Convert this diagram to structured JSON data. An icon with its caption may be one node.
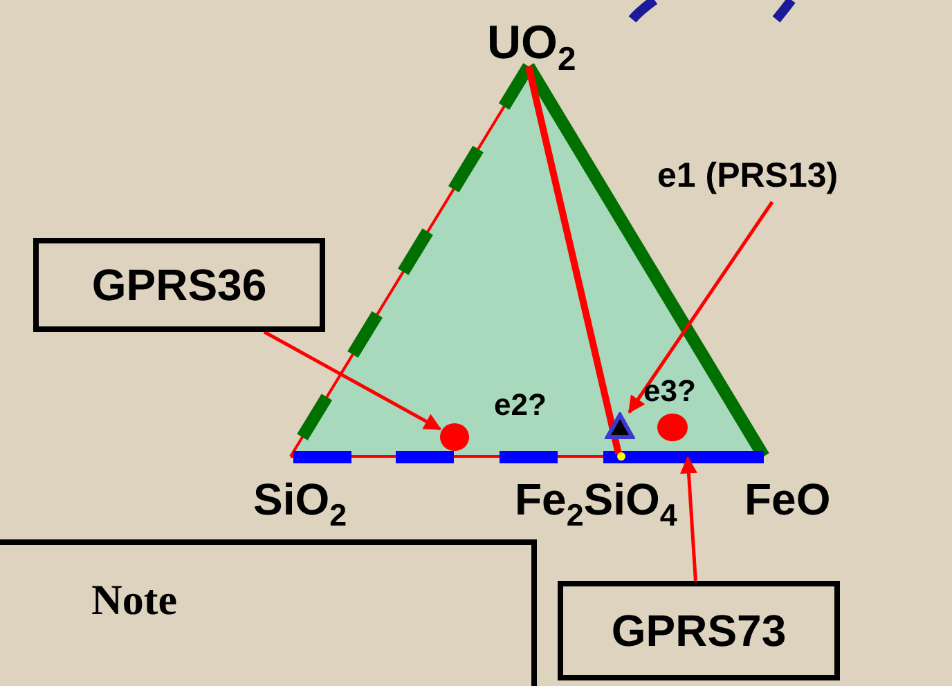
{
  "diagram": {
    "nodes": [
      {
        "text": [
          "GPRS36"
        ]
      },
      {
        "text": [],
        "shape": "circle"
      },
      {
        "text": [
          "e1 (PRS13)"
        ]
      },
      {
        "text": [],
        "shape": "triangle"
      },
      {
        "text": [
          "GPRS73"
        ]
      },
      {
        "text": [
          "Note"
        ]
      }
    ],
    "edges": [
      {
        "from": 0,
        "to": 1,
        "arrow": "to",
        "color": "#ff0000"
      },
      {
        "from": 2,
        "to": 3,
        "arrow": "to",
        "color": "#ff0000"
      },
      {
        "from": 4,
        "to": null,
        "arrow": "to",
        "color": "#ff0000"
      }
    ],
    "labels": [
      "UO$_{2}$",
      "e2?",
      "e3?",
      "SiO$_{2}$",
      "Fe$_{2}$SiO$_{4}$",
      "FeO"
    ]
  }
}
